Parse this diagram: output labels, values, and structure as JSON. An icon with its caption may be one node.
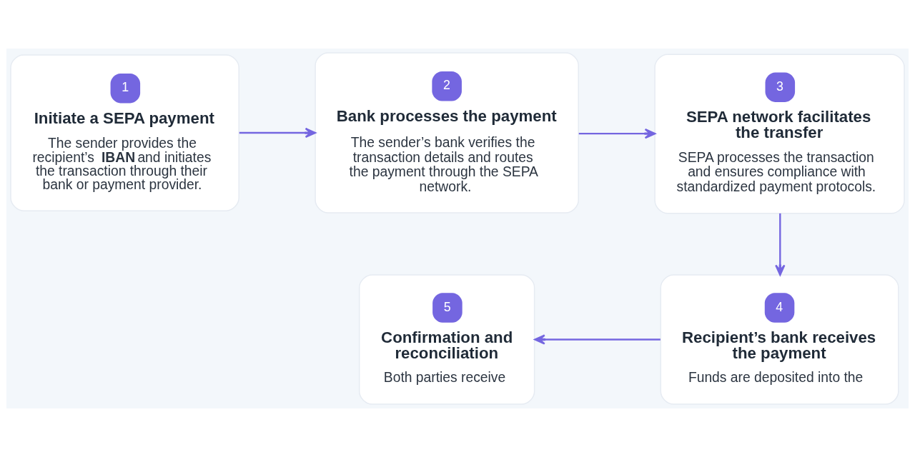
{
  "diagram": {
    "nodes": [
      {
        "text": [
          "1",
          "Initiate a SEPA payment",
          "The sender provides the recipient’s **IBAN** and initiates the transaction through their bank or payment provider."
        ]
      },
      {
        "text": [
          "2",
          "Bank processes the payment",
          "The sender’s bank verifies the transaction details and routes the payment through the SEPA network."
        ]
      },
      {
        "text": [
          "3",
          "SEPA network facilitates the transfer",
          "SEPA processes the transaction and ensures compliance with standardized payment protocols."
        ]
      },
      {
        "text": [
          "4",
          "Recipient’s bank receives the payment",
          "Funds are deposited into the"
        ]
      },
      {
        "text": [
          "5",
          "Confirmation and reconciliation",
          "Both parties receive"
        ]
      }
    ],
    "edges": [
      {
        "from": 0,
        "to": 1,
        "arrow": "to"
      },
      {
        "from": 1,
        "to": 2,
        "arrow": "to"
      },
      {
        "from": 2,
        "to": 3,
        "arrow": "to"
      },
      {
        "from": 3,
        "to": 4,
        "arrow": "to"
      }
    ]
  }
}
